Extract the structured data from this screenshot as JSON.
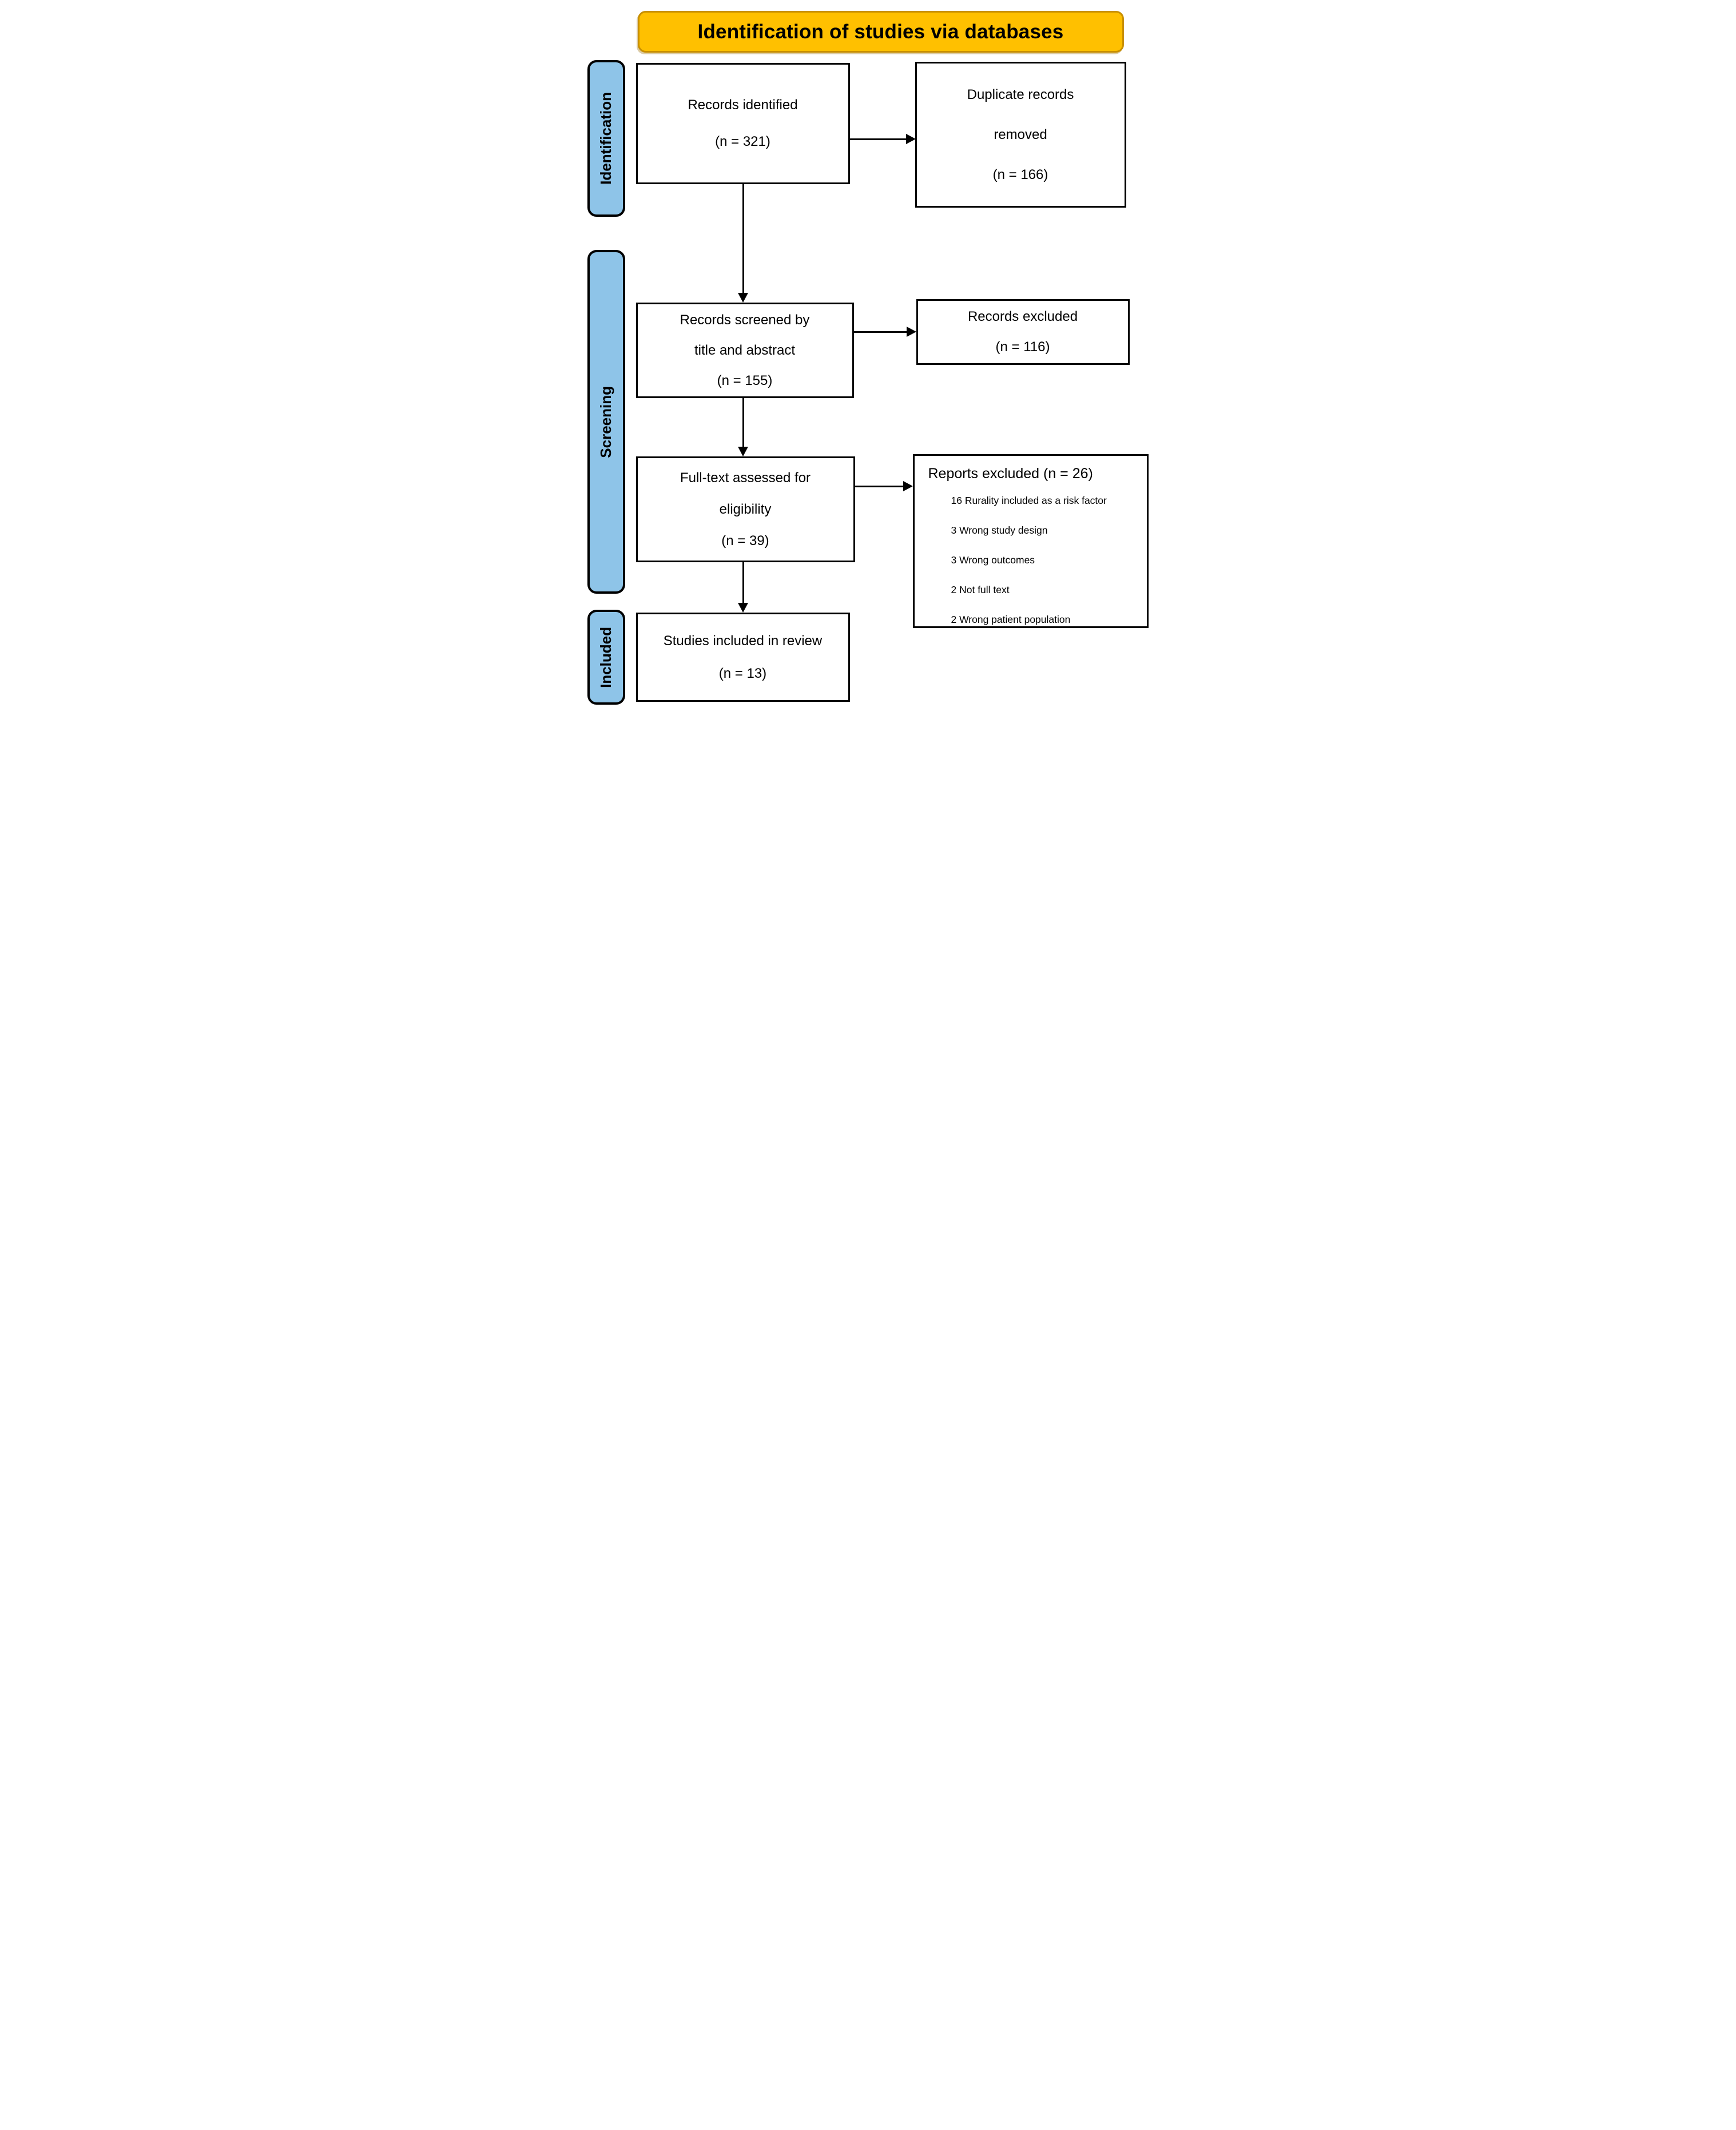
{
  "title": {
    "label": "Identification of studies via databases"
  },
  "colors": {
    "title_fill": "#FFC000",
    "title_border": "#C88F00",
    "stage_fill": "#8EC4E8",
    "stage_border": "#000000",
    "box_border": "#000000",
    "arrow": "#000000",
    "background": "#FFFFFF",
    "text": "#000000"
  },
  "stages": [
    {
      "label": "Identification"
    },
    {
      "label": "Screening"
    },
    {
      "label": "Included"
    }
  ],
  "boxes": {
    "records_identified": {
      "lines": [
        "Records identified",
        "(n = 321)"
      ]
    },
    "duplicates_removed": {
      "lines": [
        "Duplicate records",
        "removed",
        "(n = 166)"
      ]
    },
    "records_screened": {
      "lines": [
        "Records screened by",
        "title and abstract",
        "(n = 155)"
      ]
    },
    "records_excluded": {
      "lines": [
        "Records excluded",
        "(n = 116)"
      ]
    },
    "fulltext_assessed": {
      "lines": [
        "Full-text assessed for",
        "eligibility",
        "(n = 39)"
      ]
    },
    "reports_excluded": {
      "header": "Reports excluded (n = 26)",
      "items": [
        "16 Rurality included as a risk factor",
        "3 Wrong study design",
        "3 Wrong outcomes",
        "2 Not full text",
        "2 Wrong patient population"
      ]
    },
    "studies_included": {
      "lines": [
        "Studies included in review",
        "(n = 13)"
      ]
    }
  }
}
